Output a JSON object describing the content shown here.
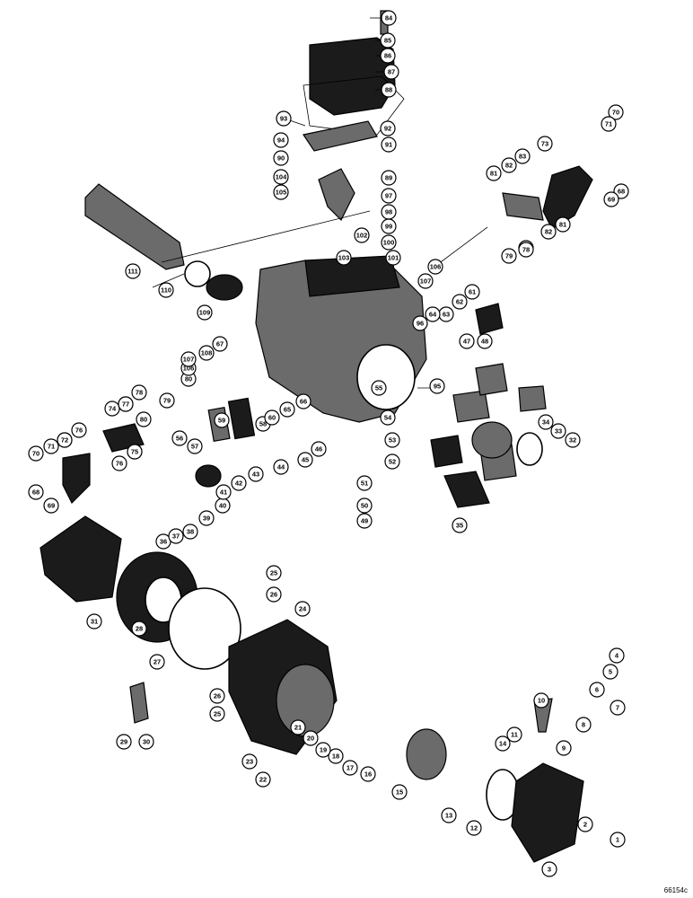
{
  "figure_code": "66154c",
  "callouts": [
    "1",
    "2",
    "3",
    "4",
    "5",
    "6",
    "7",
    "8",
    "9",
    "10",
    "11",
    "12",
    "13",
    "14",
    "15",
    "16",
    "17",
    "18",
    "19",
    "20",
    "21",
    "22",
    "23",
    "24",
    "25",
    "26",
    "27",
    "28",
    "29",
    "30",
    "31",
    "32",
    "33",
    "34",
    "35",
    "36",
    "37",
    "38",
    "39",
    "40",
    "41",
    "42",
    "43",
    "44",
    "45",
    "46",
    "47",
    "48",
    "49",
    "50",
    "51",
    "52",
    "53",
    "54",
    "55",
    "56",
    "57",
    "58",
    "59",
    "60",
    "61",
    "62",
    "63",
    "64",
    "65",
    "66",
    "67",
    "68",
    "69",
    "70",
    "71",
    "72",
    "73",
    "74",
    "75",
    "76",
    "77",
    "78",
    "79",
    "80",
    "81",
    "82",
    "83",
    "84",
    "85",
    "86",
    "87",
    "88",
    "89",
    "90",
    "91",
    "92",
    "93",
    "94",
    "95",
    "96",
    "97",
    "98",
    "99",
    "100",
    "101",
    "102",
    "103",
    "104",
    "105",
    "106",
    "107",
    "108",
    "109",
    "110",
    "111"
  ]
}
